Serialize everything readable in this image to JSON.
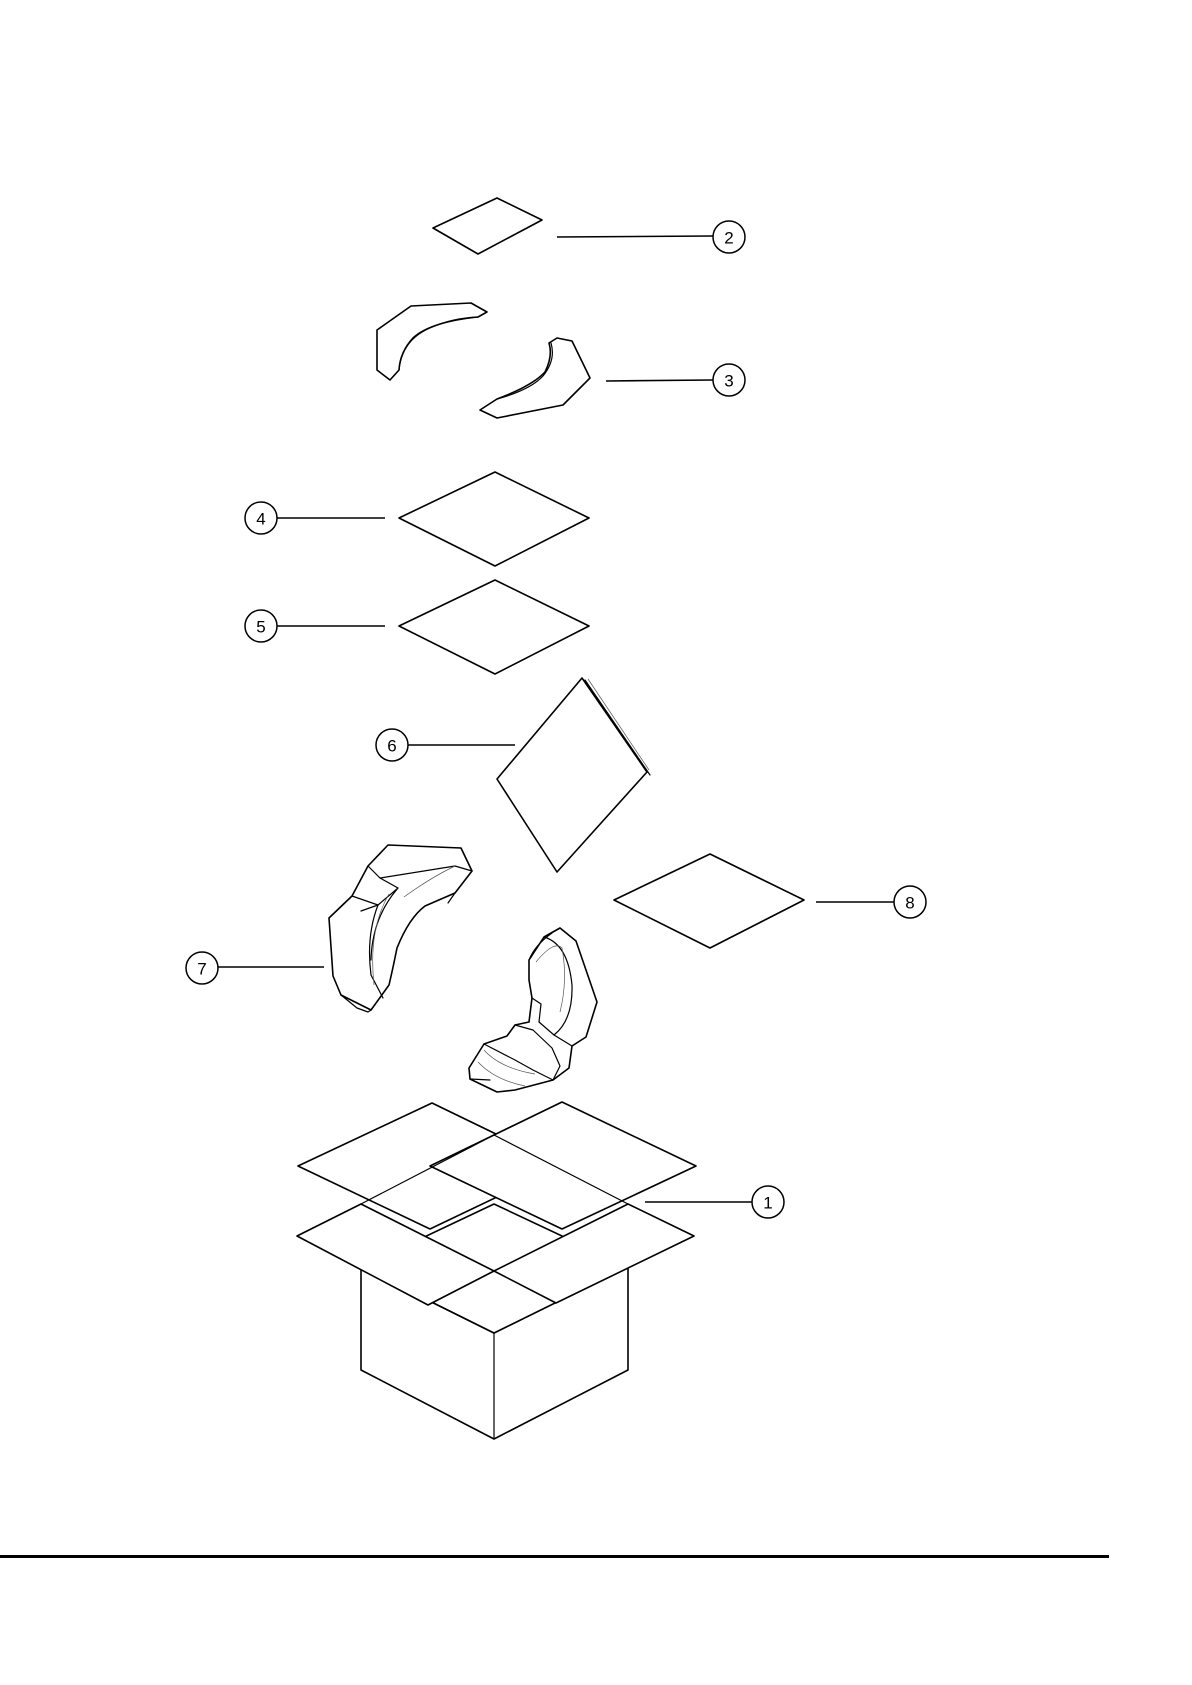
{
  "callouts": {
    "box": "1",
    "top_pad": "2",
    "corner_blocks_top": "3",
    "pad_a": "4",
    "pad_b": "5",
    "pad_c": "6",
    "end_cushions": "7",
    "pad_d": "8"
  },
  "colors": {
    "line": "#000000",
    "background": "#ffffff"
  }
}
